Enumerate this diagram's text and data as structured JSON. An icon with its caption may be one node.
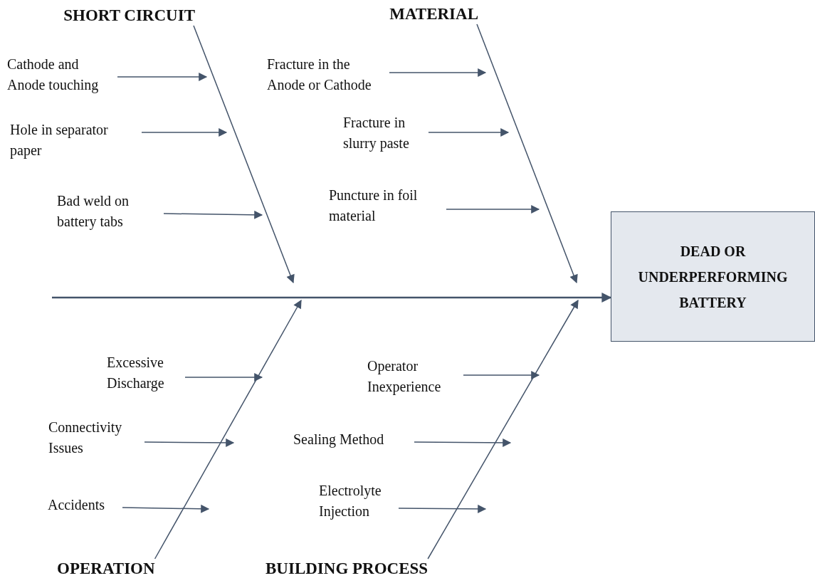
{
  "diagram": {
    "nodes": [
      {
        "text": [
          "DEAD OR UNDERPERFORMING BATTERY"
        ]
      },
      {
        "text": [
          "SHORT CIRCUIT"
        ]
      },
      {
        "text": [
          "Cathode and Anode touching"
        ]
      },
      {
        "text": [
          "Hole in separator paper"
        ]
      },
      {
        "text": [
          "Bad weld on battery tabs"
        ]
      },
      {
        "text": [
          "MATERIAL"
        ]
      },
      {
        "text": [
          "Fracture in the Anode or Cathode"
        ]
      },
      {
        "text": [
          "Fracture in slurry paste"
        ]
      },
      {
        "text": [
          "Puncture in foil material"
        ]
      },
      {
        "text": [
          "Excessive Discharge"
        ]
      },
      {
        "text": [
          "Connectivity Issues"
        ]
      },
      {
        "text": [
          "Accidents"
        ]
      },
      {
        "text": [
          "Operator Inexperience"
        ]
      },
      {
        "text": [
          "Sealing Method"
        ]
      },
      {
        "text": [
          "Electrolyte Injection"
        ]
      },
      {
        "text": [
          "OPERATION"
        ]
      },
      {
        "text": [
          "BUILDING PROCESS"
        ]
      }
    ],
    "edges": [
      {
        "from": null,
        "to": 0,
        "arrow": "to"
      },
      {
        "from": 1,
        "to": null,
        "arrow": "to"
      },
      {
        "from": 2,
        "to": null,
        "arrow": "to"
      },
      {
        "from": 3,
        "to": null,
        "arrow": "to"
      },
      {
        "from": 4,
        "to": null,
        "arrow": "to"
      },
      {
        "from": 5,
        "to": null,
        "arrow": "to"
      },
      {
        "from": 6,
        "to": null,
        "arrow": "to"
      },
      {
        "from": 7,
        "to": null,
        "arrow": "to"
      },
      {
        "from": 8,
        "to": null,
        "arrow": "to"
      },
      {
        "from": 9,
        "to": null,
        "arrow": "to"
      },
      {
        "from": 10,
        "to": null,
        "arrow": "to"
      },
      {
        "from": 11,
        "to": null,
        "arrow": "to"
      },
      {
        "from": 12,
        "to": null,
        "arrow": "to"
      },
      {
        "from": 13,
        "to": null,
        "arrow": "to"
      },
      {
        "from": 14,
        "to": null,
        "arrow": "to"
      },
      {
        "from": 15,
        "to": null,
        "arrow": "to"
      },
      {
        "from": 16,
        "to": null,
        "arrow": "to"
      }
    ]
  }
}
